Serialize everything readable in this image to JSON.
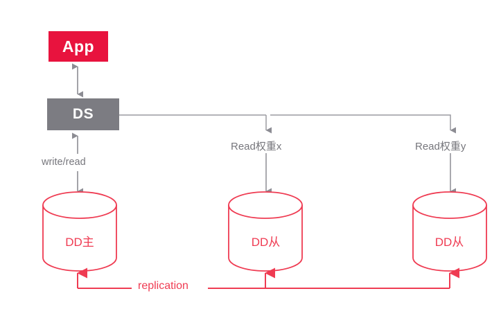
{
  "diagram": {
    "title": "DS read/write splitting with replication",
    "colors": {
      "app_fill": "#E8133E",
      "ds_fill": "#7c7c82",
      "db_stroke": "#ef3b52",
      "gray_line": "#9a9aa0",
      "label_gray": "#76767c",
      "background": "#ffffff"
    },
    "nodes": [
      {
        "id": "app",
        "label": "App",
        "type": "box",
        "fill": "#E8133E"
      },
      {
        "id": "ds",
        "label": "DS",
        "type": "box",
        "fill": "#7c7c82"
      }
    ],
    "databases": [
      {
        "id": "db-master",
        "label": "DD主",
        "role": "master"
      },
      {
        "id": "db-slave-1",
        "label": "DD从",
        "role": "slave"
      },
      {
        "id": "db-slave-2",
        "label": "DD从",
        "role": "slave"
      }
    ],
    "edges": [
      {
        "id": "app-ds",
        "label": "",
        "direction": "bidirectional",
        "color": "#9a9aa0"
      },
      {
        "id": "ds-master",
        "label": "write/read",
        "direction": "bidirectional",
        "color": "#9a9aa0"
      },
      {
        "id": "ds-slave-1",
        "label": "Read权重x",
        "direction": "down",
        "color": "#9a9aa0"
      },
      {
        "id": "ds-slave-2",
        "label": "Read权重y",
        "direction": "down",
        "color": "#9a9aa0"
      },
      {
        "id": "replication",
        "label": "replication",
        "direction": "master-to-slaves",
        "color": "#ef3b52"
      }
    ]
  }
}
